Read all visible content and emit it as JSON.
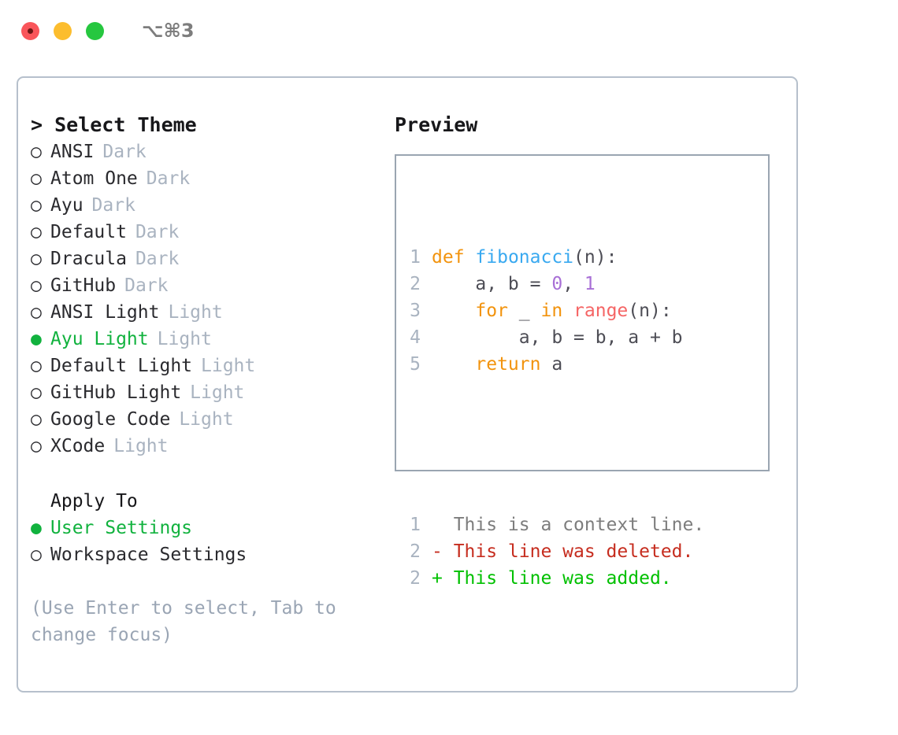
{
  "titlebar": {
    "shortcut": "⌥⌘3",
    "buttons": [
      {
        "name": "close",
        "color": "#f9555a"
      },
      {
        "name": "minimize",
        "color": "#fcbd2e"
      },
      {
        "name": "maximize",
        "color": "#26c73f"
      }
    ]
  },
  "theme_picker": {
    "header": "> Select Theme",
    "items": [
      {
        "bullet": "○",
        "name": "ANSI",
        "tag": "Dark",
        "selected": false
      },
      {
        "bullet": "○",
        "name": "Atom One",
        "tag": "Dark",
        "selected": false
      },
      {
        "bullet": "○",
        "name": "Ayu",
        "tag": "Dark",
        "selected": false
      },
      {
        "bullet": "○",
        "name": "Default",
        "tag": "Dark",
        "selected": false
      },
      {
        "bullet": "○",
        "name": "Dracula",
        "tag": "Dark",
        "selected": false
      },
      {
        "bullet": "○",
        "name": "GitHub",
        "tag": "Dark",
        "selected": false
      },
      {
        "bullet": "○",
        "name": "ANSI Light",
        "tag": "Light",
        "selected": false
      },
      {
        "bullet": "●",
        "name": "Ayu Light",
        "tag": "Light",
        "selected": true
      },
      {
        "bullet": "○",
        "name": "Default Light",
        "tag": "Light",
        "selected": false
      },
      {
        "bullet": "○",
        "name": "GitHub Light",
        "tag": "Light",
        "selected": false
      },
      {
        "bullet": "○",
        "name": "Google Code",
        "tag": "Light",
        "selected": false
      },
      {
        "bullet": "○",
        "name": "XCode",
        "tag": "Light",
        "selected": false
      }
    ]
  },
  "apply_to": {
    "header": "Apply To",
    "items": [
      {
        "bullet": "●",
        "name": "User Settings",
        "selected": true
      },
      {
        "bullet": "○",
        "name": "Workspace Settings",
        "selected": false
      }
    ]
  },
  "hint": "(Use Enter to select, Tab to change focus)",
  "preview": {
    "title": "Preview",
    "code_lines": [
      {
        "n": "1",
        "tokens": [
          {
            "t": "def",
            "c": "kw"
          },
          {
            "t": " ",
            "c": "pl"
          },
          {
            "t": "fibonacci",
            "c": "fn"
          },
          {
            "t": "(n):",
            "c": "pl"
          }
        ]
      },
      {
        "n": "2",
        "tokens": [
          {
            "t": "    a, b = ",
            "c": "pl"
          },
          {
            "t": "0",
            "c": "num"
          },
          {
            "t": ", ",
            "c": "pl"
          },
          {
            "t": "1",
            "c": "num"
          }
        ]
      },
      {
        "n": "3",
        "tokens": [
          {
            "t": "    ",
            "c": "pl"
          },
          {
            "t": "for",
            "c": "kw"
          },
          {
            "t": " _ ",
            "c": "pl"
          },
          {
            "t": "in",
            "c": "kw"
          },
          {
            "t": " ",
            "c": "pl"
          },
          {
            "t": "range",
            "c": "bi"
          },
          {
            "t": "(n):",
            "c": "pl"
          }
        ]
      },
      {
        "n": "4",
        "tokens": [
          {
            "t": "        a, b = b, a + b",
            "c": "pl"
          }
        ]
      },
      {
        "n": "5",
        "tokens": [
          {
            "t": "    ",
            "c": "pl"
          },
          {
            "t": "return",
            "c": "kw"
          },
          {
            "t": " a",
            "c": "pl"
          }
        ]
      }
    ],
    "diff_lines": [
      {
        "n": "1",
        "marker": " ",
        "text": "  This is a context line.",
        "kind": "ctx"
      },
      {
        "n": "2",
        "marker": "-",
        "text": "- This line was deleted.",
        "kind": "del"
      },
      {
        "n": "2",
        "marker": "+",
        "text": "+ This line was added.",
        "kind": "add"
      }
    ]
  },
  "colors": {
    "accent_green": "#11b23e",
    "tag_gray": "#a9b3c0",
    "hint_gray": "#9aa5b4",
    "keyword_orange": "#f2930d",
    "function_blue": "#39a9f0",
    "number_purple": "#a86fd6",
    "builtin_red": "#f56565",
    "diff_delete_red": "#c62d1f",
    "diff_add_green": "#00c000",
    "panel_border": "#b6c0cc",
    "preview_border": "#9aa5b1"
  }
}
